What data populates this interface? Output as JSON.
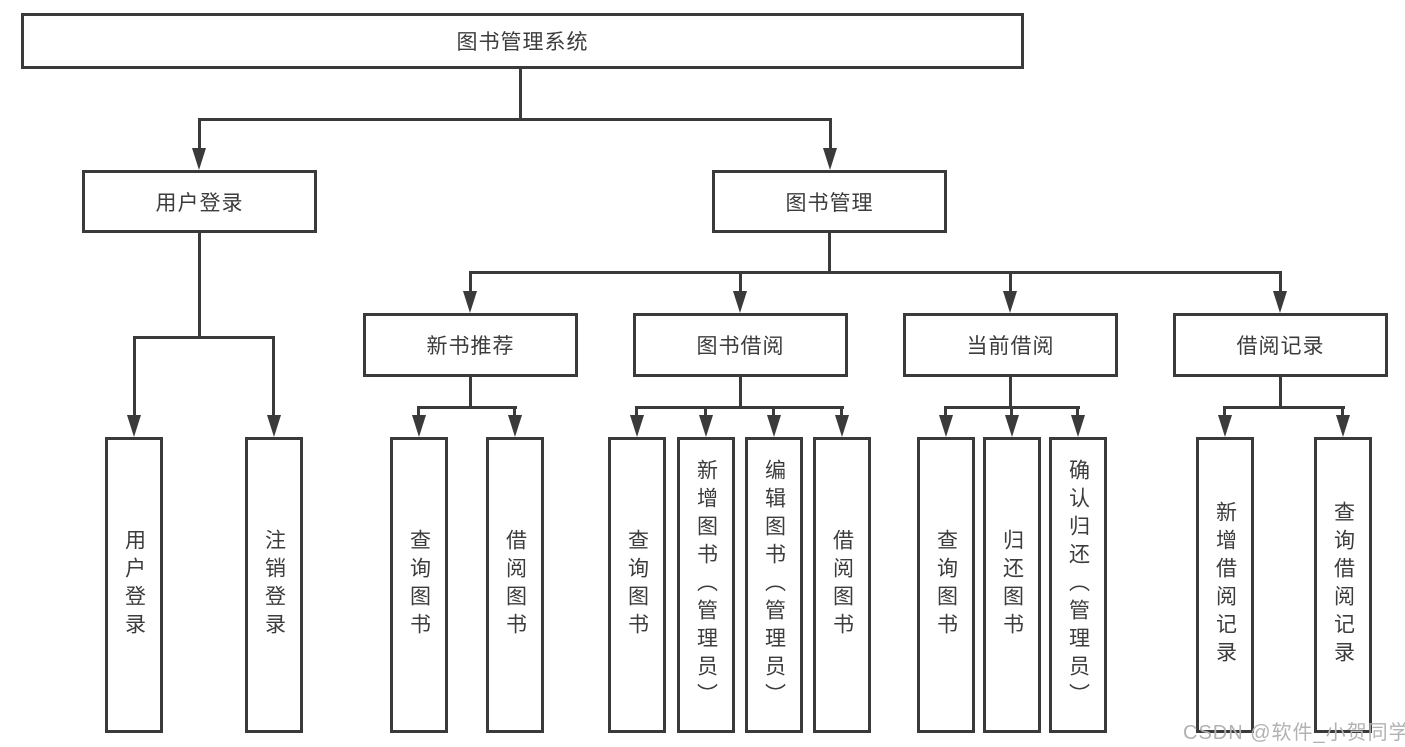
{
  "colors": {
    "line": "#3a3a3a",
    "text": "#3c3c3c",
    "watermark": "#b2b2b2",
    "background": "#ffffff"
  },
  "watermark": {
    "text": "CSDN @软件_小贺同学"
  },
  "tree": {
    "root": {
      "label": "图书管理系统"
    },
    "branches": [
      {
        "label": "用户登录",
        "children": [
          {
            "label": "用户登录"
          },
          {
            "label": "注销登录"
          }
        ]
      },
      {
        "label": "图书管理",
        "children": [
          {
            "label": "新书推荐",
            "children": [
              {
                "label": "查询图书"
              },
              {
                "label": "借阅图书"
              }
            ]
          },
          {
            "label": "图书借阅",
            "children": [
              {
                "label": "查询图书"
              },
              {
                "label": "新增图书（管理员）"
              },
              {
                "label": "编辑图书（管理员）"
              },
              {
                "label": "借阅图书"
              }
            ]
          },
          {
            "label": "当前借阅",
            "children": [
              {
                "label": "查询图书"
              },
              {
                "label": "归还图书"
              },
              {
                "label": "确认归还（管理员）"
              }
            ]
          },
          {
            "label": "借阅记录",
            "children": [
              {
                "label": "新增借阅记录"
              },
              {
                "label": "查询借阅记录"
              }
            ]
          }
        ]
      }
    ]
  }
}
